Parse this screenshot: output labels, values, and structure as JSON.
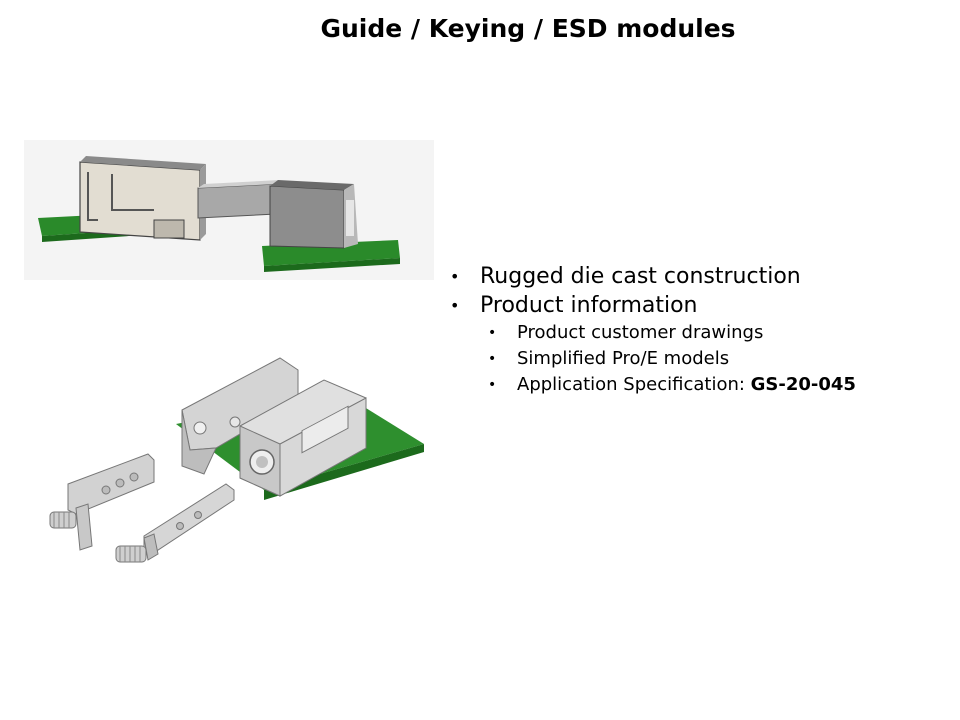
{
  "slide": {
    "title": "Guide / Keying / ESD modules"
  },
  "bullets": {
    "level1": [
      "Rugged die cast construction",
      "Product information"
    ],
    "level2": [
      "Product customer drawings",
      "Simplified Pro/E models",
      "Application Specification: "
    ],
    "spec_number": "GS-20-045"
  },
  "colors": {
    "pcb_green": "#2f8f2f",
    "metal_gray": "#c9c9c9",
    "dark_gray": "#707070"
  }
}
